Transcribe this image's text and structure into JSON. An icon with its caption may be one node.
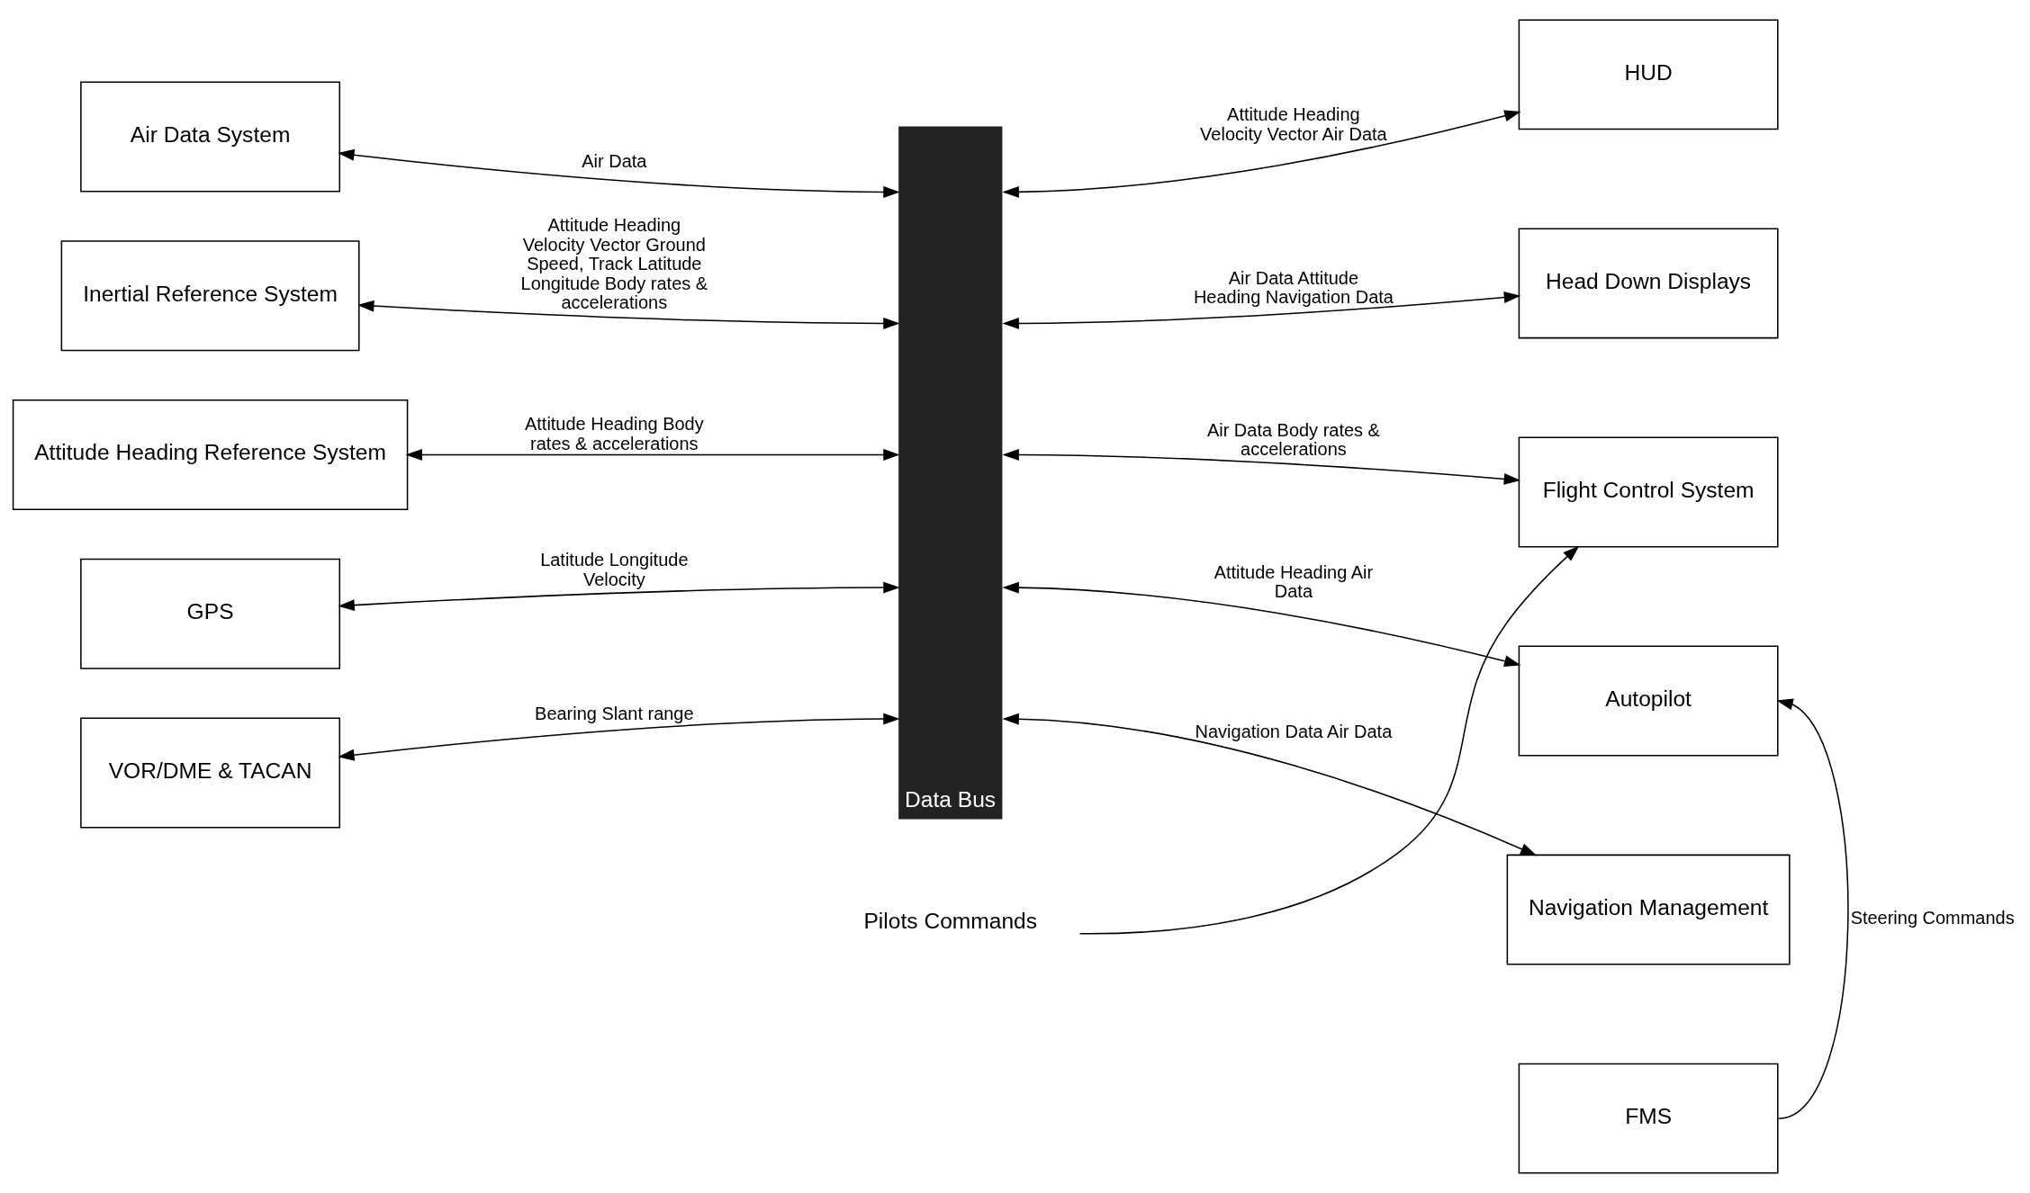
{
  "diagram": {
    "nodes": [
      {
        "text": [
          "Air Data System"
        ]
      },
      {
        "text": [
          "Inertial Reference System"
        ]
      },
      {
        "text": [
          "Attitude Heading Reference System"
        ]
      },
      {
        "text": [
          "GPS"
        ]
      },
      {
        "text": [
          "VOR/DME & TACAN"
        ]
      },
      {
        "text": [
          "Data Bus"
        ]
      },
      {
        "text": [
          "HUD"
        ]
      },
      {
        "text": [
          "Head Down Displays"
        ]
      },
      {
        "text": [
          "Flight Control System"
        ]
      },
      {
        "text": [
          "Autopilot"
        ]
      },
      {
        "text": [
          "Navigation Management"
        ]
      },
      {
        "text": [
          "FMS"
        ]
      },
      {
        "text": [
          "Pilots Commands"
        ]
      }
    ],
    "edges": [
      {
        "from": 0,
        "to": 5,
        "arrow": "both",
        "label": "Air Data"
      },
      {
        "from": 1,
        "to": 5,
        "arrow": "both",
        "label": "Attitude Heading Velocity Vector Ground Speed, Track Latitude Longitude Body rates & accelerations"
      },
      {
        "from": 2,
        "to": 5,
        "arrow": "both",
        "label": "Attitude Heading Body rates & accelerations"
      },
      {
        "from": 3,
        "to": 5,
        "arrow": "both",
        "label": "Latitude Longitude Velocity"
      },
      {
        "from": 4,
        "to": 5,
        "arrow": "both",
        "label": "Bearing Slant range"
      },
      {
        "from": 5,
        "to": 6,
        "arrow": "both",
        "label": "Attitude Heading Velocity Vector Air Data"
      },
      {
        "from": 5,
        "to": 7,
        "arrow": "both",
        "label": "Air Data Attitude Heading Navigation Data"
      },
      {
        "from": 5,
        "to": 8,
        "arrow": "both",
        "label": "Air Data Body rates & accelerations"
      },
      {
        "from": 5,
        "to": 9,
        "arrow": "both",
        "label": "Attitude Heading Air Data"
      },
      {
        "from": 5,
        "to": 10,
        "arrow": "both",
        "label": "Navigation Data Air Data"
      },
      {
        "from": 12,
        "to": 8,
        "arrow": "to"
      },
      {
        "from": 11,
        "to": 9,
        "arrow": "to",
        "label": "Steering Commands"
      }
    ]
  }
}
